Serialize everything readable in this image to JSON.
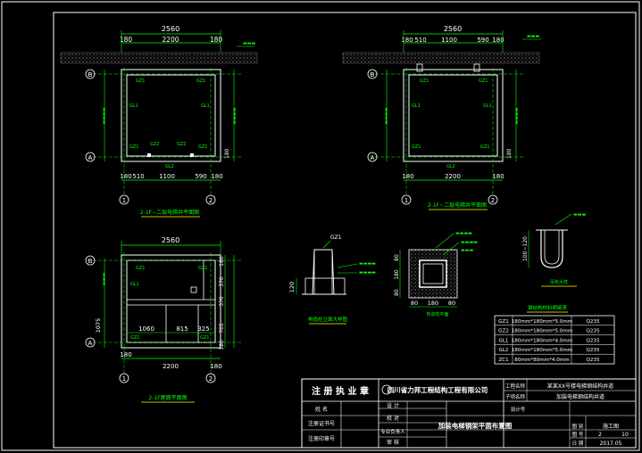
{
  "colors": {
    "background": "#000000",
    "frame": "#ffffff",
    "structure": "#ffffff",
    "dimension": "#00ff00",
    "axis_bubble": "#ffffff",
    "label": "#00ff00",
    "title_underline": "#ffff00",
    "table_text": "#ffffff"
  },
  "plan1": {
    "top_total": "2560",
    "top_segments": [
      "180",
      "2200",
      "180"
    ],
    "bottom_segments": [
      "180",
      "510",
      "1100",
      "590",
      "180"
    ],
    "axis_top": "B",
    "axis_bottom": "A",
    "axis_left": "1",
    "axis_right": "2",
    "side_label": "180",
    "title": "2-1F~二层电梯井平面图"
  },
  "plan2": {
    "top_total": "2560",
    "top_segments": [
      "180",
      "510",
      "1100",
      "590",
      "180"
    ],
    "bottom_segments": [
      "180",
      "2200",
      "180"
    ],
    "axis_top": "B",
    "axis_bottom": "A",
    "axis_left": "1",
    "axis_right": "2",
    "side_label": "180",
    "title": "2-1F~二层电梯井平面图"
  },
  "plan3": {
    "top_total": "2560",
    "bottom_segments": [
      "180",
      "2200",
      "180"
    ],
    "inner_dims": [
      "1060",
      "815",
      "325"
    ],
    "right_dims": [
      "180",
      "370",
      "370",
      "705",
      "180"
    ],
    "left_dim": "1075",
    "axis_top": "B",
    "axis_bottom": "A",
    "axis_left": "1",
    "axis_right": "2",
    "title": "2-1F屋面平面图"
  },
  "detail1": {
    "dim": "120",
    "label": "GZ1",
    "title": "构造柱立面大样图"
  },
  "detail2": {
    "dims": [
      "80",
      "180",
      "80"
    ],
    "side_dims": [
      "80",
      "180",
      "80"
    ],
    "title": "构造柱平面"
  },
  "detail3": {
    "dims": [
      "100~120"
    ],
    "title": "吊钩大样"
  },
  "material_table": {
    "title": "钢结构材料明细表",
    "rows": [
      {
        "code": "GZ1",
        "spec": "180mm*180mm*5.0mm",
        "grade": "Q235"
      },
      {
        "code": "GZ2",
        "spec": "180mm*180mm*5.0mm",
        "grade": "Q235"
      },
      {
        "code": "GL1",
        "spec": "180mm*180mm*4.0mm",
        "grade": "Q235"
      },
      {
        "code": "GL2",
        "spec": "180mm*180mm*5.0mm",
        "grade": "Q235"
      },
      {
        "code": "ZC1",
        "spec": "80mm*80mm*4.0mm",
        "grade": "Q235"
      }
    ]
  },
  "titleblock": {
    "seal_title": "注 册 执 业 章",
    "company": "四川省力邦工程结构工程有限公司",
    "name_label": "姓 名",
    "reg_label": "注册证书号",
    "seal_no_label": "注册印章号",
    "design": "设 计",
    "check": "校 对",
    "tech": "专业负责人",
    "review": "审 核",
    "project_label": "工程名称",
    "project_value": "某某XX号楼电梯钢结构井道",
    "sub_label": "子项名称",
    "sub_value": "加装电梯钢结构井道",
    "drawing_title": "加装电梯钢架平面布置图",
    "phase_label": "设计号",
    "stage_label": "图 别",
    "stage_value": "施工图",
    "no_label": "图 号",
    "no_value": "2",
    "no_total": "10",
    "date_label": "日 期",
    "date_value": "2017.05"
  }
}
